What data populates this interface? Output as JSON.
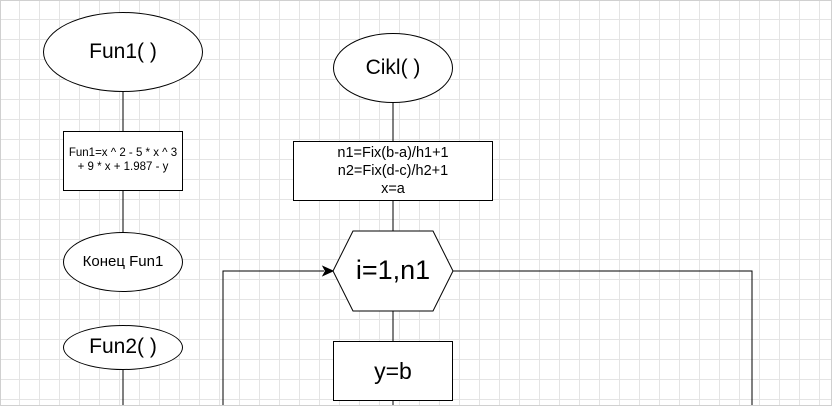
{
  "diagram": {
    "nodes": {
      "fun1": {
        "text": "Fun1( )"
      },
      "fun1_formula": {
        "text": "Fun1=x ^ 2 - 5 * x ^ 3 + 9 * x + 1.987 - y"
      },
      "fun1_end": {
        "text": "Конец Fun1"
      },
      "fun2": {
        "text": "Fun2( )"
      },
      "cikl": {
        "text": "Cikl( )"
      },
      "cikl_init": {
        "text": "n1=Fix(b-a)/h1+1\nn2=Fix(d-c)/h2+1\nx=a"
      },
      "loop_i": {
        "text": "i=1,n1"
      },
      "assign_y": {
        "text": "y=b"
      }
    },
    "colors": {
      "stroke": "#000000",
      "fill": "#ffffff",
      "grid": "#e4e4e4"
    }
  }
}
